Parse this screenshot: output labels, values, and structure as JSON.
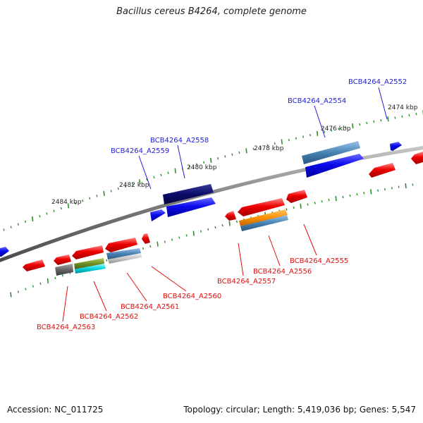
{
  "title": "Bacillus cereus B4264, complete genome",
  "accession": "Accession: NC_011725",
  "summary": "Topology: circular; Length: 5,419,036 bp; Genes: 5,547",
  "colors": {
    "forward_label": "#1f1fd6",
    "reverse_label": "#e01010",
    "backbone": "#808080",
    "tick": "#2e8b2e"
  },
  "ruler": [
    {
      "label": "2474 kbp"
    },
    {
      "label": "2476 kbp"
    },
    {
      "label": "2478 kbp"
    },
    {
      "label": "2480 kbp"
    },
    {
      "label": "2482 kbp"
    },
    {
      "label": "2484 kbp"
    }
  ],
  "labels": [
    {
      "text": "BCB4264_A2552",
      "strand": "forward"
    },
    {
      "text": "BCB4264_A2554",
      "strand": "forward"
    },
    {
      "text": "BCB4264_A2558",
      "strand": "forward"
    },
    {
      "text": "BCB4264_A2559",
      "strand": "forward"
    },
    {
      "text": "BCB4264_A2555",
      "strand": "reverse"
    },
    {
      "text": "BCB4264_A2556",
      "strand": "reverse"
    },
    {
      "text": "BCB4264_A2557",
      "strand": "reverse"
    },
    {
      "text": "BCB4264_A2560",
      "strand": "reverse"
    },
    {
      "text": "BCB4264_A2561",
      "strand": "reverse"
    },
    {
      "text": "BCB4264_A2562",
      "strand": "reverse"
    },
    {
      "text": "BCB4264_A2563",
      "strand": "reverse"
    }
  ]
}
